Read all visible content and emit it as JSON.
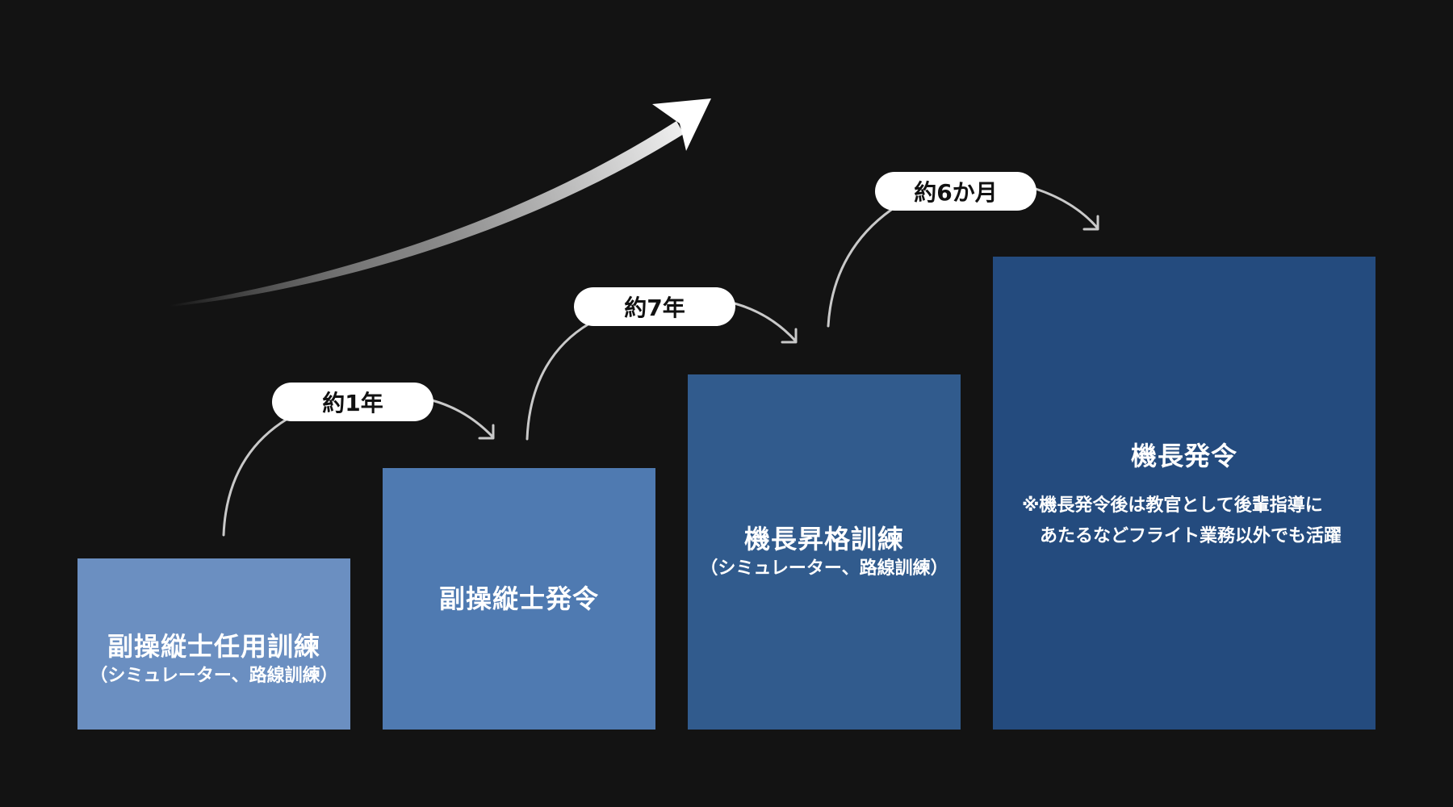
{
  "steps": [
    {
      "title": "副操縦士任用訓練",
      "subtitle": "（シミュレーター、路線訓練）",
      "color": "#6b8fc1"
    },
    {
      "title": "副操縦士発令",
      "color": "#4f7ab1"
    },
    {
      "title": "機長昇格訓練",
      "subtitle": "（シミュレーター、路線訓練）",
      "color": "#315b8d"
    },
    {
      "title": "機長発令",
      "note": "※機長発令後は教官として後輩指導に\n　あたるなどフライト業務以外でも活躍",
      "color": "#244b7e"
    }
  ],
  "durations": [
    {
      "label": "約1年"
    },
    {
      "label": "約7年"
    },
    {
      "label": "約6か月"
    }
  ],
  "colors": {
    "background": "#131313",
    "pill": "#ffffff",
    "connector": "#c9c9c9"
  }
}
